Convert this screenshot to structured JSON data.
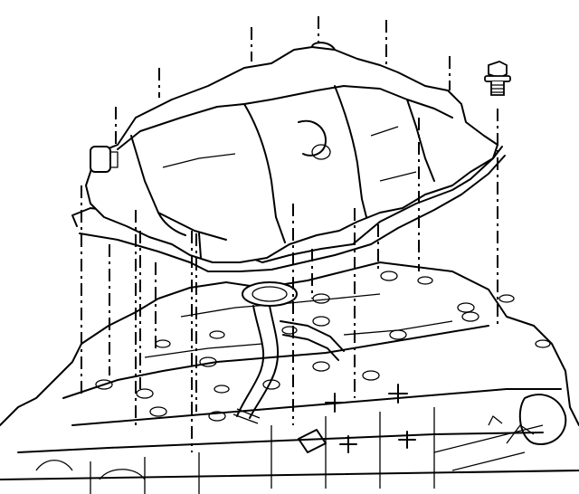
{
  "diagram": {
    "kind": "exploded-view line drawing",
    "colors": {
      "ink": "#000000",
      "paper": "#ffffff"
    },
    "components": [
      {
        "id": "oil-pan",
        "icon": "oil-pan-cover"
      },
      {
        "id": "gasket",
        "icon": "pan-gasket"
      },
      {
        "id": "bolt",
        "icon": "hex-flange-bolt"
      },
      {
        "id": "oil-pump-pickup",
        "icon": "pickup-tube-screen"
      },
      {
        "id": "engine-block",
        "icon": "engine-block-lower"
      }
    ]
  }
}
